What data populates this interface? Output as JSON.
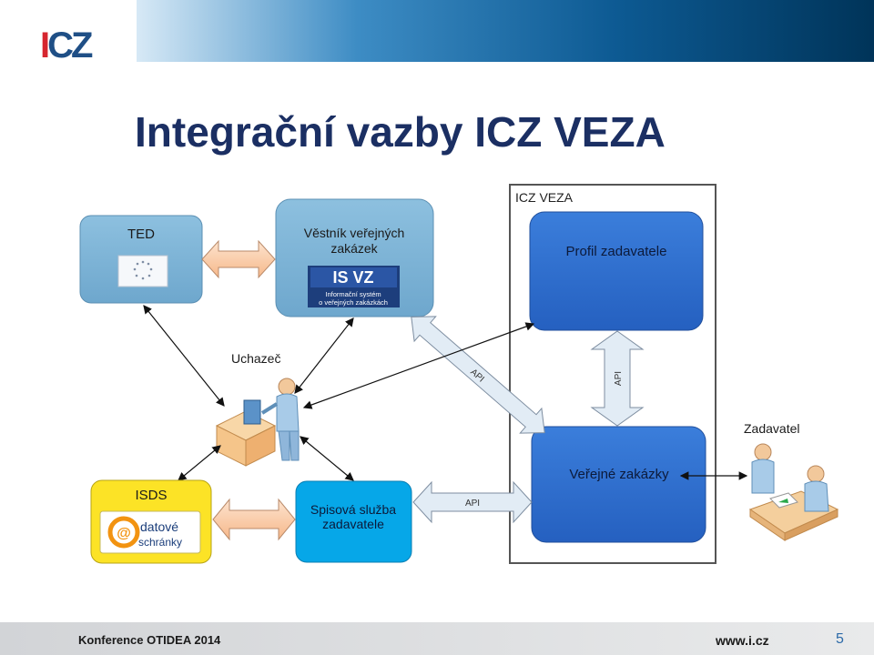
{
  "header": {
    "logo_text": "CZ",
    "logo_i": "I"
  },
  "slide": {
    "title": "Integrační vazby ICZ VEZA"
  },
  "diagram": {
    "container_label": "ICZ VEZA",
    "nodes": {
      "ted": "TED",
      "vestnik_line1": "Věstník veřejných",
      "vestnik_line2": "zakázek",
      "isvz_logo": "IS VZ",
      "isvz_sub1": "Informační systém",
      "isvz_sub2": "o veřejných zakázkách",
      "uchazec": "Uchazeč",
      "profil": "Profil zadavatele",
      "verejne": "Veřejné zakázky",
      "zadavatel": "Zadavatel",
      "isds": "ISDS",
      "datove_line1": "datové",
      "datove_line2": "schránky",
      "spisova_line1": "Spisová služba",
      "spisova_line2": "zadavatele"
    },
    "api_labels": {
      "diag": "API",
      "vertical": "API",
      "horizontal": "API"
    }
  },
  "footer": {
    "left": "Konference OTIDEA 2014",
    "url": "www.i.cz",
    "page": "5"
  },
  "colors": {
    "title": "#1b2f63",
    "light_box": "#7fb3d5",
    "dark_box": "#2e6ecf",
    "isds": "#fce326",
    "spis": "#00a5e6"
  }
}
